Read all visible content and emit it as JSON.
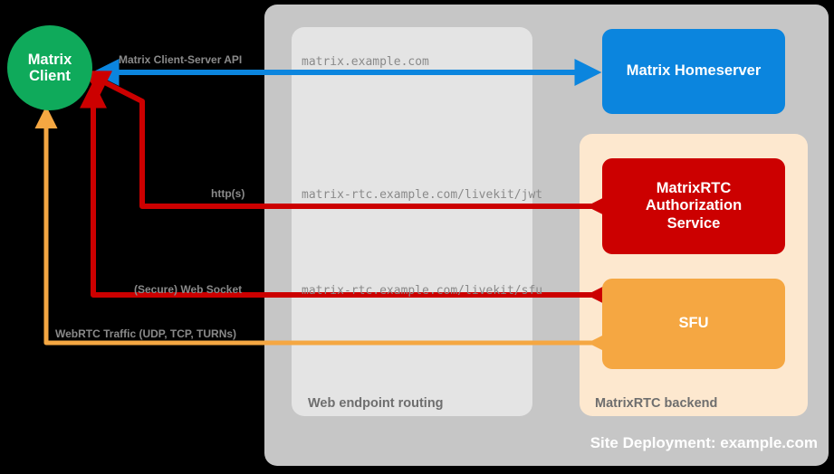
{
  "diagram": {
    "title": "Site Deployment: example.com",
    "background": "#000000"
  },
  "containers": {
    "site": {
      "label": "Site Deployment: example.com",
      "color": "#c6c6c6"
    },
    "routing": {
      "label": "Web endpoint routing",
      "color": "#e4e4e4"
    },
    "backend": {
      "label": "MatrixRTC backend",
      "color": "#fde8cf"
    }
  },
  "nodes": {
    "client": {
      "line1": "Matrix",
      "line2": "Client",
      "color": "#0faa5b",
      "shape": "circle"
    },
    "homeserver": {
      "label": "Matrix Homeserver",
      "color": "#0b85de",
      "shape": "rounded-rect"
    },
    "auth_service": {
      "line1": "MatrixRTC",
      "line2": "Authorization",
      "line3": "Service",
      "color": "#cc0000",
      "shape": "rounded-rect"
    },
    "sfu": {
      "label": "SFU",
      "color": "#f5a742",
      "shape": "rounded-rect"
    }
  },
  "edges": [
    {
      "id": "client-server-api",
      "protocol_label": "Matrix Client-Server API",
      "url_label": "matrix.example.com",
      "color": "#0b85de",
      "direction": "bidirectional",
      "from": "client",
      "to": "homeserver"
    },
    {
      "id": "livekit-jwt",
      "protocol_label": "http(s)",
      "url_label": "matrix-rtc.example.com/livekit/jwt",
      "color": "#cc0000",
      "direction": "bidirectional",
      "from": "client",
      "to": "auth_service"
    },
    {
      "id": "livekit-sfu-ws",
      "protocol_label": "(Secure) Web Socket",
      "url_label": "matrix-rtc.example.com/livekit/sfu",
      "color": "#cc0000",
      "direction": "bidirectional",
      "from": "client",
      "to": "sfu"
    },
    {
      "id": "webrtc-media",
      "protocol_label": "WebRTC Traffic (UDP, TCP, TURNs)",
      "url_label": "",
      "color": "#f5a742",
      "direction": "bidirectional",
      "from": "client",
      "to": "sfu"
    }
  ],
  "colors": {
    "blue": "#0b85de",
    "red": "#cc0000",
    "orange": "#f5a742",
    "green": "#0faa5b",
    "label_gray": "#8a8a8a",
    "container_label_gray": "#6e6e6e"
  }
}
